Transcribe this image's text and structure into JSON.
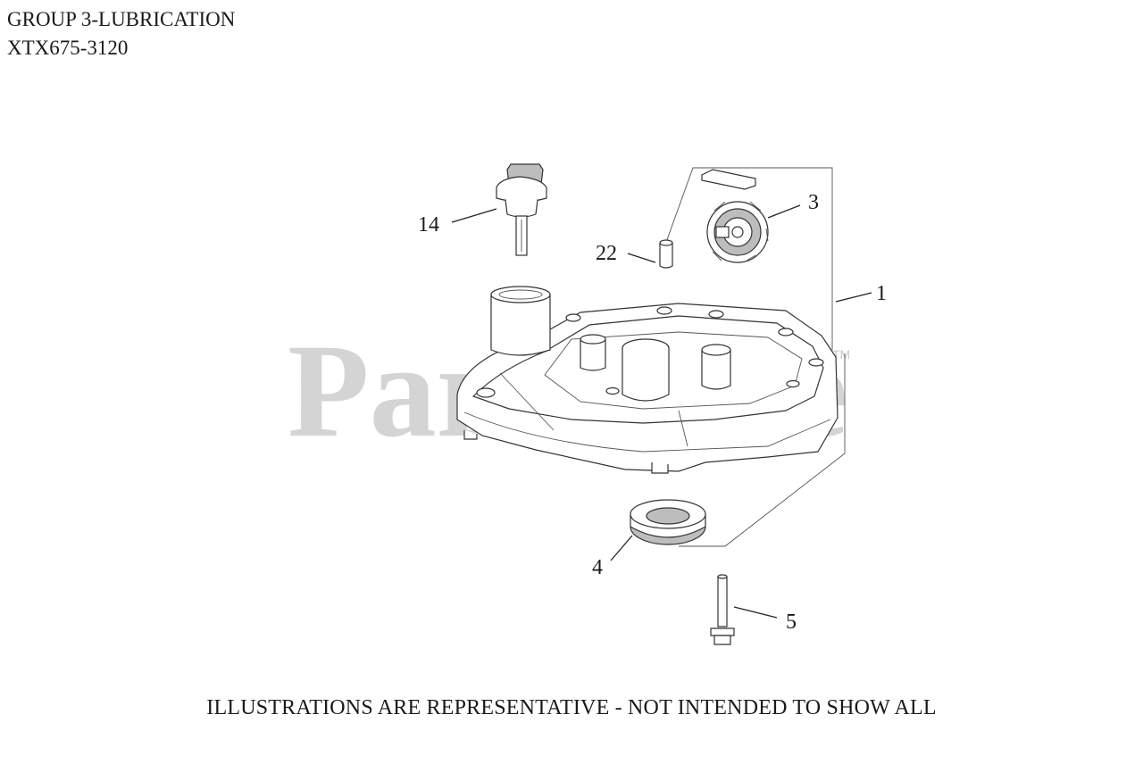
{
  "header": {
    "group_title": "GROUP 3-LUBRICATION",
    "model": "XTX675-3120"
  },
  "watermark": {
    "text": "PartsTree",
    "tm": "TM"
  },
  "callouts": {
    "c1": "1",
    "c3": "3",
    "c4": "4",
    "c5": "5",
    "c14": "14",
    "c22": "22"
  },
  "parts": [
    {
      "ref": "1",
      "icon": "crankcase-cover-icon"
    },
    {
      "ref": "3",
      "icon": "oil-pump-gear-icon"
    },
    {
      "ref": "4",
      "icon": "oil-seal-icon"
    },
    {
      "ref": "5",
      "icon": "flange-bolt-icon"
    },
    {
      "ref": "14",
      "icon": "dipstick-icon"
    },
    {
      "ref": "22",
      "icon": "dowel-pin-icon"
    }
  ],
  "footer": {
    "note": "ILLUSTRATIONS ARE REPRESENTATIVE - NOT INTENDED TO SHOW ALL"
  }
}
